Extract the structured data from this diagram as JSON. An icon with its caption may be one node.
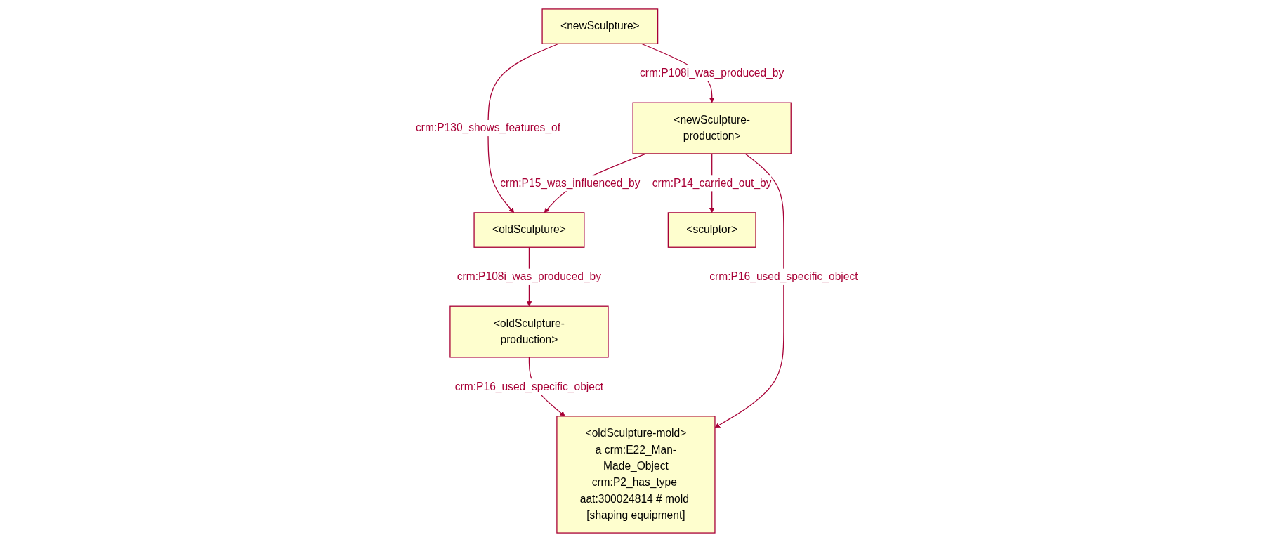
{
  "diagram": {
    "nodes": [
      {
        "text": [
          "<oldSculpture>"
        ]
      },
      {
        "text": [
          "<newSculpture>"
        ]
      },
      {
        "text": [
          "<oldSculpture-production>"
        ]
      },
      {
        "text": [
          "<newSculpture-production>"
        ]
      },
      {
        "text": [
          "<oldSculpture-mold>",
          "a crm:E22_Man-Made_Object",
          "crm:P2_has_type aat:300024814 # mold [shaping equipment]"
        ]
      },
      {
        "text": [
          "<sculptor>"
        ]
      }
    ],
    "edges": [
      {
        "from": 1,
        "to": 0,
        "arrow": "to",
        "label": "crm:P130_shows_features_of"
      },
      {
        "from": 0,
        "to": 2,
        "arrow": "to",
        "label": "crm:P108i_was_produced_by"
      },
      {
        "from": 3,
        "to": 0,
        "arrow": "to",
        "label": "crm:P15_was_influenced_by"
      },
      {
        "from": 1,
        "to": 3,
        "arrow": "to",
        "label": "crm:P108i_was_produced_by"
      },
      {
        "from": 2,
        "to": 4,
        "arrow": "to",
        "label": "crm:P16_used_specific_object"
      },
      {
        "from": 3,
        "to": 4,
        "arrow": "to",
        "label": "crm:P16_used_specific_object"
      },
      {
        "from": 3,
        "to": 5,
        "arrow": "to",
        "label": "crm:P14_carried_out_by"
      }
    ]
  }
}
